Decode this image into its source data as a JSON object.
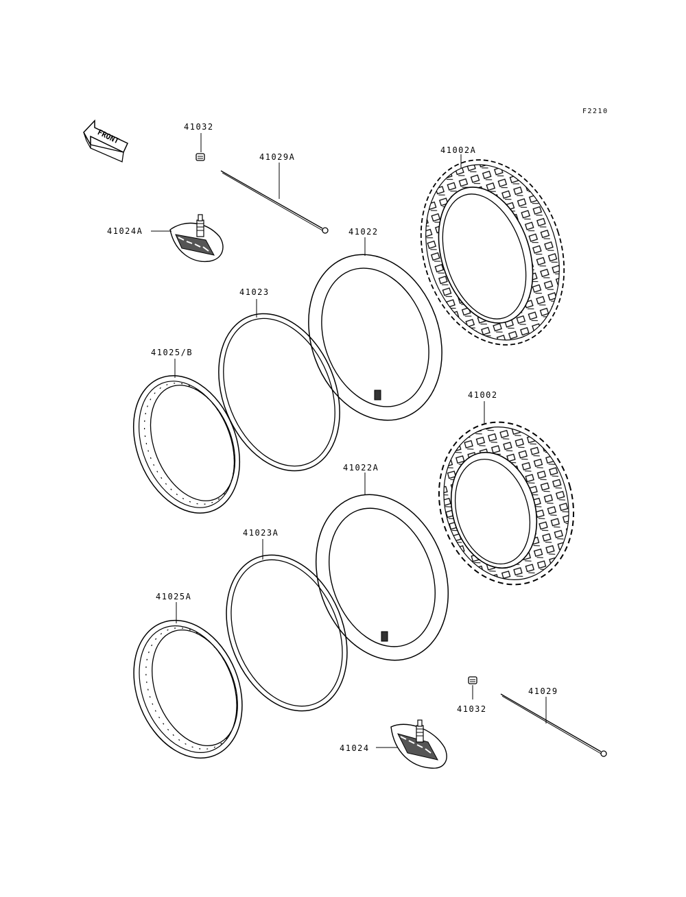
{
  "figure_code": "F2210",
  "direction_label": "FRONT",
  "parts": {
    "tire_front": "41002A",
    "tire_rear": "41002",
    "tube_front": "41022",
    "tube_rear": "41022A",
    "rim_band_front": "41023",
    "rim_band_rear": "41023A",
    "rim_front": "41025/B",
    "rim_rear": "41025A",
    "rim_lock_front": "41024A",
    "rim_lock_rear": "41024",
    "valve_cap_front": "41032",
    "valve_cap_rear": "41032",
    "spoke_front": "41029A",
    "spoke_rear": "41029"
  },
  "line_color": "#000000"
}
